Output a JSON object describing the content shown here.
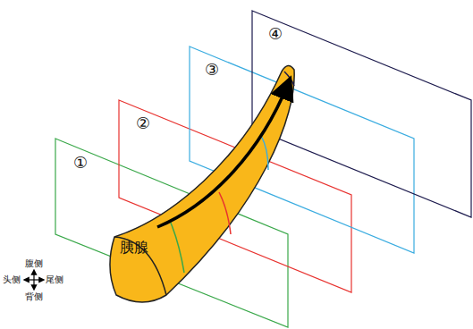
{
  "diagram": {
    "labels": [
      "①",
      "②",
      "③",
      "④",
      "胰腺",
      "腹侧",
      "头侧",
      "尾侧",
      "背侧"
    ]
  }
}
